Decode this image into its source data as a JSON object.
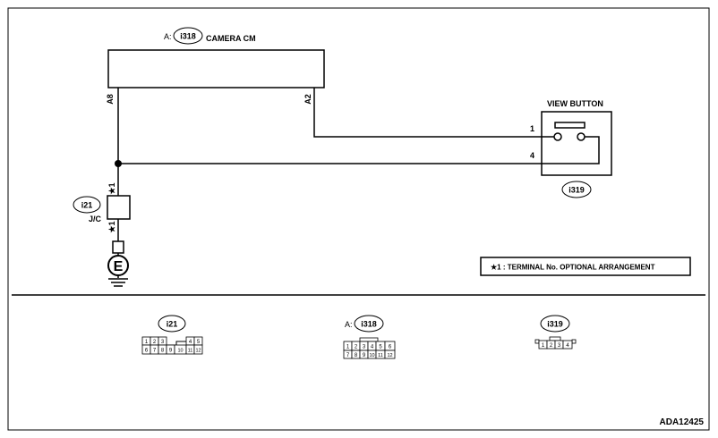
{
  "camera_cm": {
    "prefix": "A:",
    "connector": "i318",
    "label": "CAMERA CM",
    "pin_a8": "A8",
    "pin_a2": "A2"
  },
  "view_button": {
    "label": "VIEW BUTTON",
    "connector": "i319",
    "pin_1": "1",
    "pin_4": "4"
  },
  "junction": {
    "connector": "i21",
    "label": "J/C",
    "note_mark_top": "★1",
    "note_mark_bottom": "★1"
  },
  "ground": {
    "symbol": "E"
  },
  "legend": {
    "text": "★1 : TERMINAL No. OPTIONAL ARRANGEMENT"
  },
  "connectors": {
    "i21": {
      "label": "i21",
      "row1": [
        "1",
        "2",
        "3",
        "",
        "4",
        "5"
      ],
      "row2": [
        "6",
        "7",
        "8",
        "9",
        "10",
        "11",
        "12"
      ]
    },
    "i318": {
      "prefix": "A:",
      "label": "i318",
      "row1": [
        "1",
        "2",
        "3",
        "4",
        "5",
        "6"
      ],
      "row2": [
        "7",
        "8",
        "9",
        "10",
        "11",
        "12"
      ]
    },
    "i319": {
      "label": "i319",
      "row1": [
        "1",
        "2",
        "3",
        "4"
      ]
    }
  },
  "footer": {
    "code": "ADA12425"
  }
}
